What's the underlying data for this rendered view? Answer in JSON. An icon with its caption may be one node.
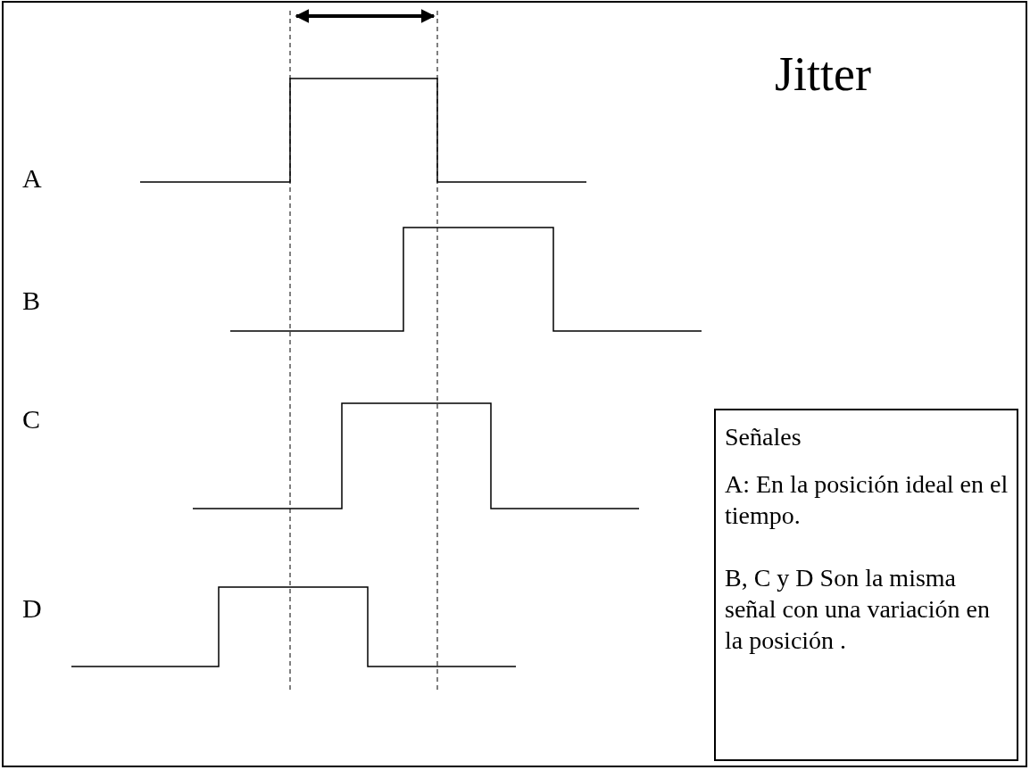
{
  "diagram": {
    "title": "Jitter",
    "nodes": [
      {
        "text": [
          "Señales",
          "A: En la posición ideal en el tiempo.",
          "B, C y D Son la misma señal con una variación en la posición ."
        ]
      }
    ],
    "labels": [
      "A",
      "B",
      "C",
      "D"
    ]
  }
}
